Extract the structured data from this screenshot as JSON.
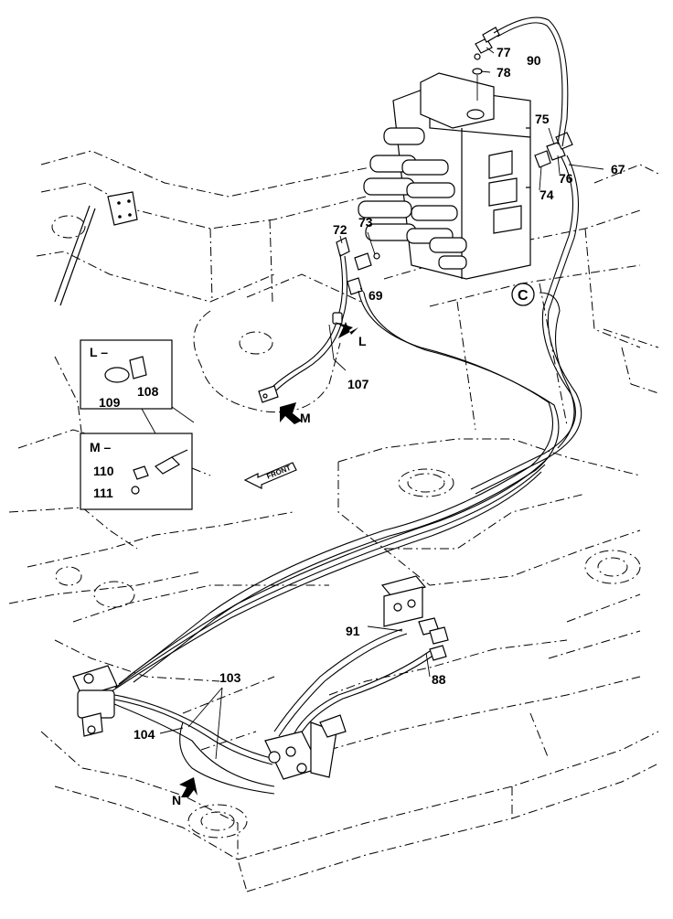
{
  "callouts": {
    "c77": "77",
    "c78": "78",
    "c90": "90",
    "c75": "75",
    "c76": "76",
    "c67": "67",
    "c74": "74",
    "c72": "72",
    "c73": "73",
    "c69": "69",
    "c107": "107",
    "c108": "108",
    "c109": "109",
    "c110": "110",
    "c111": "111",
    "c91": "91",
    "c88": "88",
    "c103": "103",
    "c104": "104"
  },
  "views": {
    "L": "L",
    "M": "M",
    "N": "N",
    "C": "C",
    "inset_l_title": "L –",
    "inset_m_title": "M –"
  },
  "front_label": "FRONT"
}
